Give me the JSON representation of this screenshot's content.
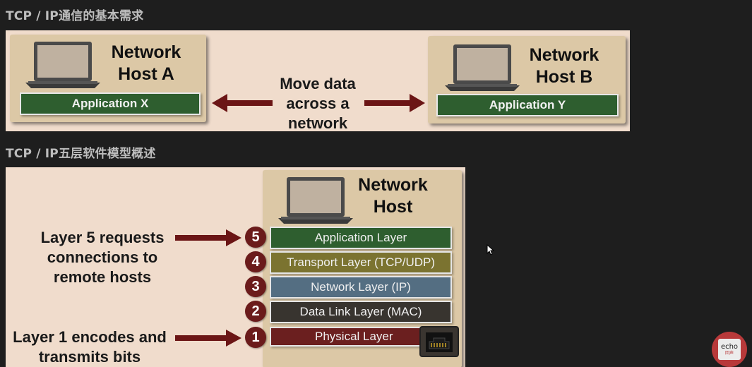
{
  "section1": {
    "heading": "TCP / IP通信的基本需求",
    "host_a": {
      "title": "Network\nHost A",
      "app": "Application X"
    },
    "host_b": {
      "title": "Network\nHost B",
      "app": "Application Y"
    },
    "center_text": "Move data\nacross a\nnetwork"
  },
  "section2": {
    "heading": "TCP / IP五层软件模型概述",
    "host": {
      "title": "Network\nHost"
    },
    "layers": [
      {
        "num": "5",
        "label": "Application Layer",
        "color": "#2e5e2f"
      },
      {
        "num": "4",
        "label": "Transport Layer (TCP/UDP)",
        "color": "#7b7330"
      },
      {
        "num": "3",
        "label": "Network Layer (IP)",
        "color": "#546e82"
      },
      {
        "num": "2",
        "label": "Data Link Layer (MAC)",
        "color": "#38342f"
      },
      {
        "num": "1",
        "label": "Physical Layer",
        "color": "#6b1f1f"
      }
    ],
    "note_top": "Layer 5 requests\nconnections to\nremote hosts",
    "note_bottom": "Layer 1 encodes and\ntransmits bits"
  },
  "colors": {
    "slide_bg": "#f0dccc",
    "host_box": "#dcc8a6",
    "arrow": "#6b1515",
    "page_bg": "#1e1e1e"
  },
  "logo": {
    "text": "echo",
    "subtext": "回声"
  }
}
